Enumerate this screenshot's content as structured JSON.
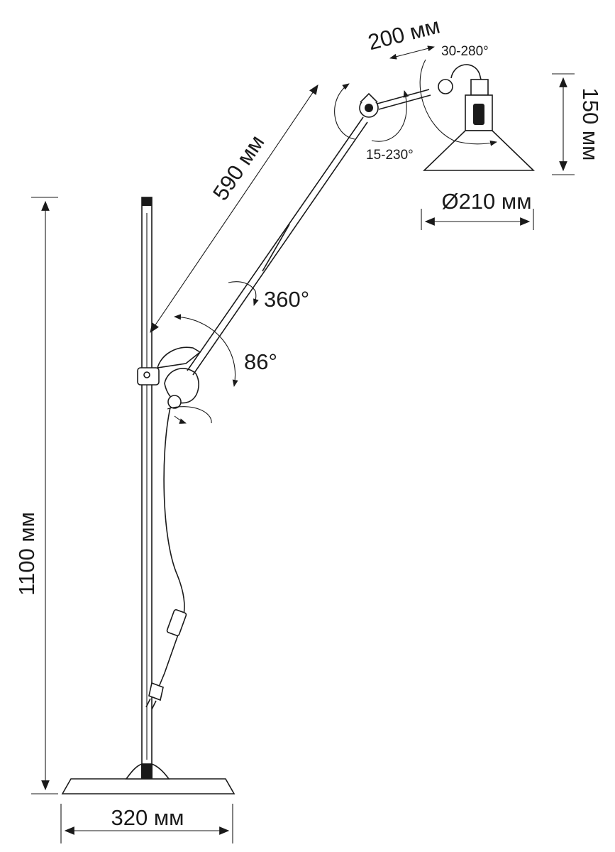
{
  "dimensions": {
    "height_total": "1100 мм",
    "base_width": "320 мм",
    "arm_length": "590 мм",
    "upper_arm": "200 мм",
    "shade_height": "150 мм",
    "shade_diameter": "Ø210 мм"
  },
  "angles": {
    "base_joint": "86°",
    "arm_rotation": "360°",
    "elbow_joint": "15-230°",
    "head_joint": "30-280°"
  },
  "colors": {
    "line": "#1a1a1a",
    "background": "#ffffff"
  }
}
